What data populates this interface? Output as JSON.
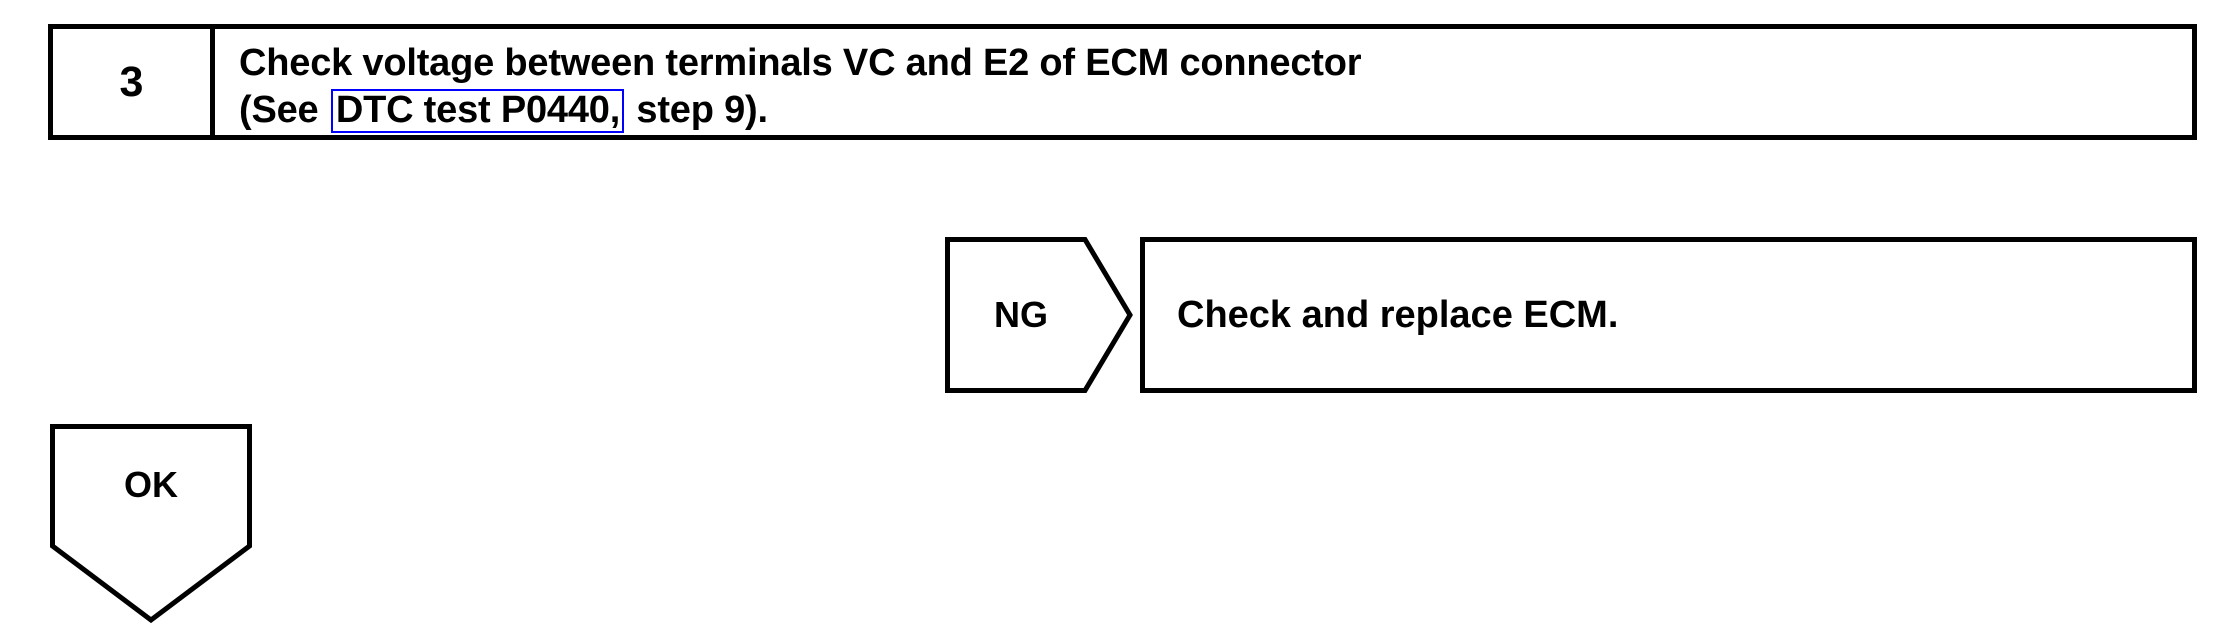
{
  "step": {
    "number": "3",
    "instruction_line1": "Check voltage between terminals VC and E2 of ECM connector",
    "line2_prefix": "(See",
    "line2_link": "DTC test P0440,",
    "line2_suffix": "step 9)."
  },
  "branches": {
    "ng": {
      "label": "NG",
      "result": "Check and replace ECM."
    },
    "ok": {
      "label": "OK"
    }
  },
  "colors": {
    "line": "#000000",
    "link_border": "#0000ff",
    "background": "#ffffff"
  }
}
